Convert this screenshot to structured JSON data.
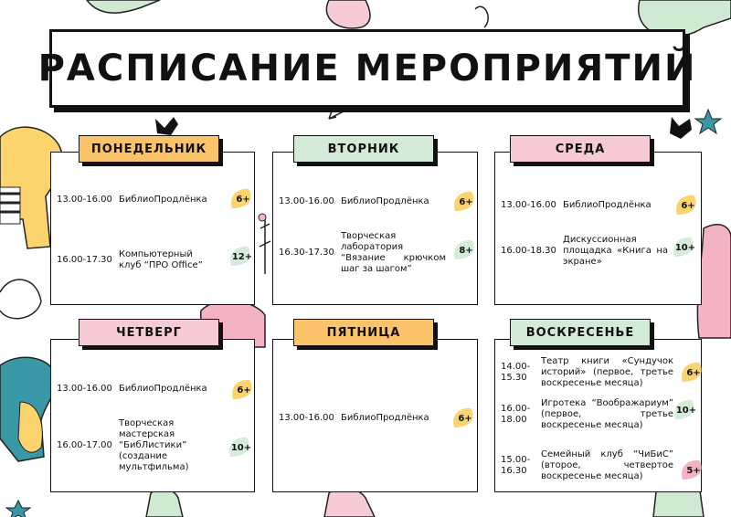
{
  "title": "РАСПИСАНИЕ МЕРОПРИЯТИЙ",
  "colors": {
    "yellow": "#fcc46a",
    "green": "#d3ebd6",
    "pink": "#f7cbd6",
    "leaf_yellow": "#fbd46e",
    "leaf_green": "#d5ecd9",
    "leaf_pink": "#f3b3c3"
  },
  "days": [
    {
      "name": "ПОНЕДЕЛЬНИК",
      "events": [
        {
          "time": "13.00-16.00",
          "title": "БиблиоПродлёнка",
          "age": "6+"
        },
        {
          "time": "16.00-17.30",
          "title": "Компьютерный клуб “ПРО Office”",
          "age": "12+"
        }
      ]
    },
    {
      "name": "ВТОРНИК",
      "events": [
        {
          "time": "13.00-16.00",
          "title": "БиблиоПродлёнка",
          "age": "6+"
        },
        {
          "time": "16.30-17.30",
          "title": "Творческая лаборатория “Вязание крючком шаг за шагом”",
          "age": "8+"
        }
      ]
    },
    {
      "name": "СРЕДА",
      "events": [
        {
          "time": "13.00-16.00",
          "title": "БиблиоПродлёнка",
          "age": "6+"
        },
        {
          "time": "16.00-18.30",
          "title": "Дискуссионная площадка «Книга на экране»",
          "age": "10+"
        }
      ]
    },
    {
      "name": "ЧЕТВЕРГ",
      "events": [
        {
          "time": "13.00-16.00",
          "title": "БиблиоПродлёнка",
          "age": "6+"
        },
        {
          "time": "16.00-17.00",
          "title": "Творческая мастерская “БибЛистики” (создание мультфильма)",
          "age": "10+"
        }
      ]
    },
    {
      "name": "ПЯТНИЦА",
      "events": [
        {
          "time": "13.00-16.00",
          "title": "БиблиоПродлёнка",
          "age": "6+"
        }
      ]
    },
    {
      "name": "ВОСКРЕСЕНЬЕ",
      "events": [
        {
          "time": "14.00-15.30",
          "title": "Театр книги «Сундучок историй» (первое, третье воскресенье месяца)",
          "age": "6+"
        },
        {
          "time": "16.00-18.00",
          "title": "Игротека “Воображариум” (первое, третье воскресенье месяца)",
          "age": "10+"
        },
        {
          "time": "15.00-16.30",
          "title": "Семейный клуб “ЧиБиС” (второе, четвертое воскресенье месяца)",
          "age": "5+"
        }
      ]
    }
  ]
}
